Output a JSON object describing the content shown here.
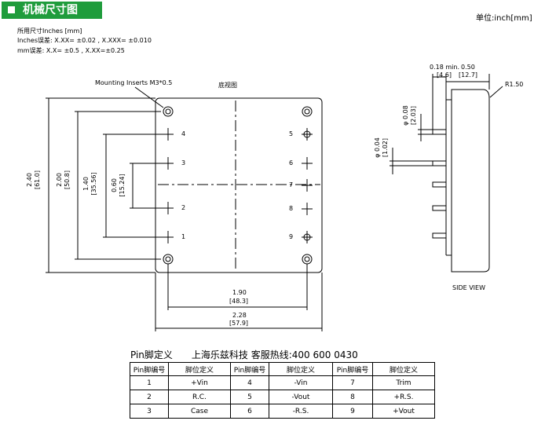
{
  "header": {
    "title": "机械尺寸图"
  },
  "unit_label": "单位:inch[mm]",
  "tolerance": [
    "所用尺寸Inches [mm]",
    "Inches误差: X.XX= ±0.02 , X.XXX= ±0.010",
    "mm误差: X.X= ±0.5 , X.XX=±0.25"
  ],
  "bottom_view": {
    "title": "底视图",
    "insert_label": "Mounting Inserts M3*0.5",
    "pin_numbers": [
      "4",
      "3",
      "2",
      "1",
      "5",
      "6",
      "7",
      "8",
      "9"
    ],
    "dims": {
      "height": "2.40",
      "height_mm": "[61.0]",
      "h2": "2.00",
      "h2_mm": "[50.8]",
      "h3": "1.40",
      "h3_mm": "[35.56]",
      "h4": "0.60",
      "h4_mm": "[15.24]",
      "w1": "1.90",
      "w1_mm": "[48.3]",
      "w2": "2.28",
      "w2_mm": "[57.9]"
    }
  },
  "side_view": {
    "label": "SIDE VIEW",
    "d_top": "0.18 min.",
    "d_top_mm": "[4.6]",
    "d_total": "0.50",
    "d_total_mm": "[12.7]",
    "radius": "R1.50",
    "pin_d1": "φ 0.08",
    "pin_d1_mm": "[2.03]",
    "pin_d2": "φ 0.04",
    "pin_d2_mm": "[1.02]"
  },
  "pin_def": {
    "title": "Pin脚定义",
    "company": "上海乐兹科技 客服热线:400 600 0430",
    "head": {
      "pin": "Pin脚编号",
      "func": "脚位定义"
    },
    "rows": [
      [
        "1",
        "+Vin",
        "4",
        "-Vin",
        "7",
        "Trim"
      ],
      [
        "2",
        "R.C.",
        "5",
        "-Vout",
        "8",
        "+R.S."
      ],
      [
        "3",
        "Case",
        "6",
        "-R.S.",
        "9",
        "+Vout"
      ]
    ]
  }
}
